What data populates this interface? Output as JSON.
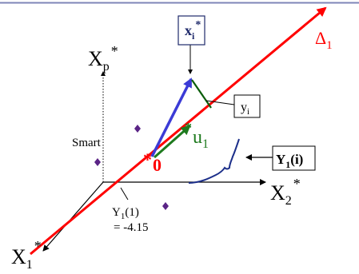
{
  "labels": {
    "xp_main": "X",
    "xp_sub": "p",
    "xp_sup": "*",
    "x2_main": "X",
    "x2_sub": "2",
    "x2_sup": "*",
    "x1_main": "X",
    "x1_sub": "1",
    "x1_sup": "*",
    "delta_main": "Δ",
    "delta_sub": "1",
    "origin": "0",
    "star": "*",
    "u1_main": "u",
    "u1_sub": "1",
    "smart": "Smart",
    "y1_one_main": "Y",
    "y1_one_sub": "1",
    "y1_one_paren": "(1)",
    "y1_one_value": "= -4.15"
  },
  "boxes": {
    "xi": {
      "main": "x",
      "sub": "i",
      "sup": "*"
    },
    "yi": {
      "main": "y",
      "sub": "i"
    },
    "Y1i": {
      "main": "Y",
      "sub": "1",
      "paren": "(i)"
    }
  },
  "colors": {
    "top_rule": "#7f86b8",
    "delta_line": "#ff0000",
    "xi_arrow": "#3b3bd6",
    "u1_arrow": "#1e7a1e",
    "projection": "#0b5d0b",
    "brace": "#1c2f8a",
    "points": "#5a2486",
    "star_origin": "#ff0000",
    "star_u1": "#1e7a1e",
    "axis": "#000000"
  }
}
